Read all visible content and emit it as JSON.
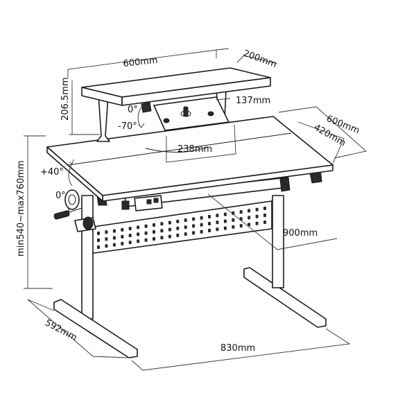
{
  "dimensions": {
    "shelf_width": "600mm",
    "shelf_depth": "200mm",
    "shelf_height": "206.5mm",
    "bracket": "137mm",
    "tray_width": "238mm",
    "desk_depth": "600mm",
    "tilt_depth": "420mm",
    "desk_width": "900mm",
    "base_width": "830mm",
    "base_depth": "592mm",
    "height_range": "min540~max760mm"
  },
  "angles": {
    "shelf_flat": "0°",
    "shelf_tilt": "-70°",
    "top_flat": "0°",
    "top_tilt": "+40°"
  },
  "colors": {
    "line": "#1a1a1a",
    "background": "#ffffff"
  }
}
